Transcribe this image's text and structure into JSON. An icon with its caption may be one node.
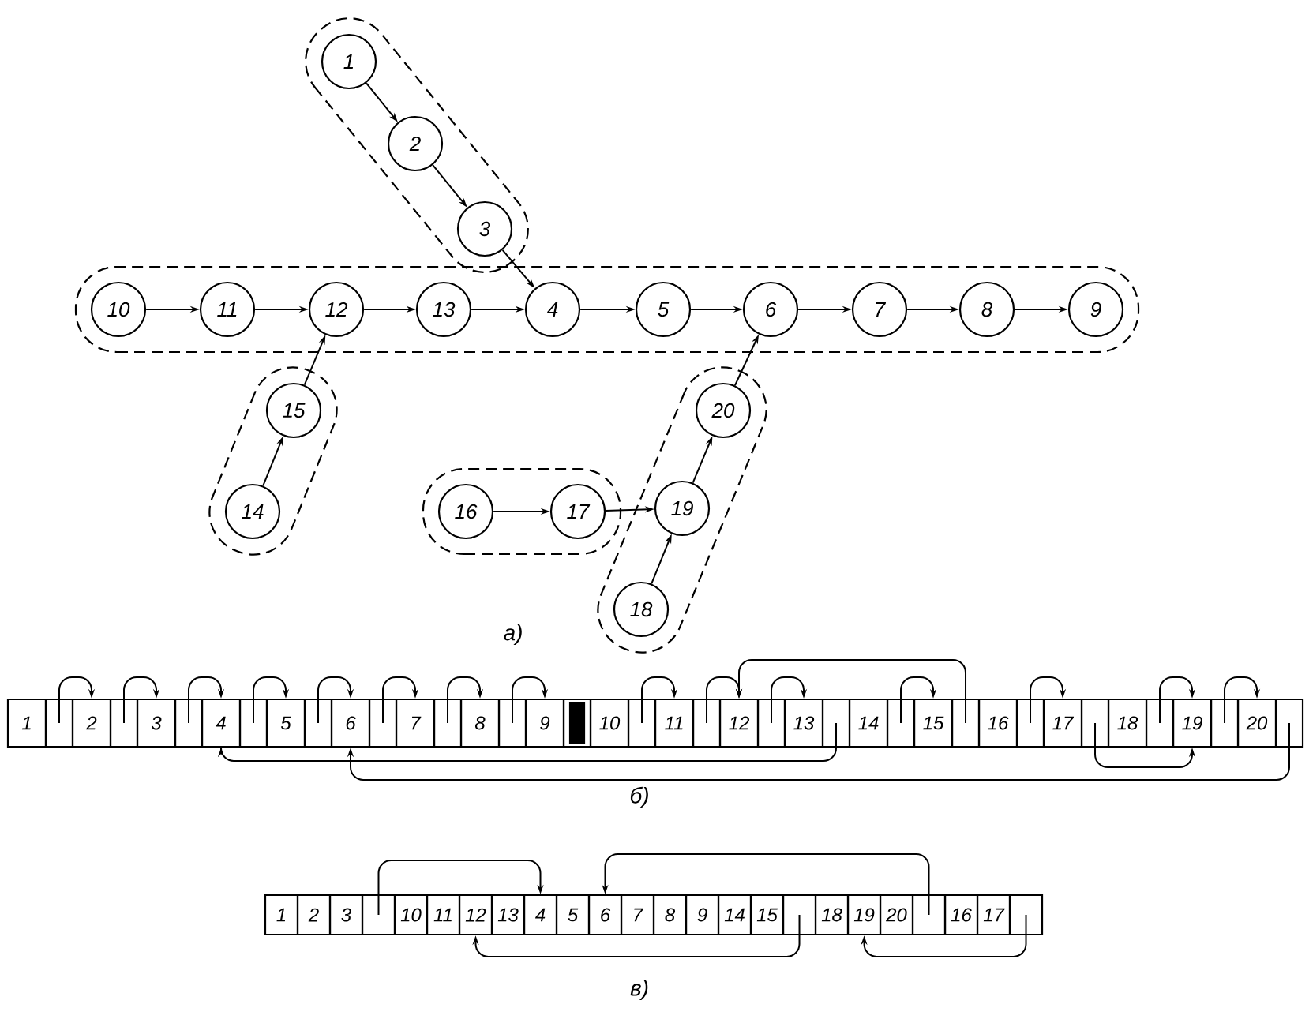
{
  "diagram": {
    "nodes": [
      {
        "text": [],
        "shape": "box"
      },
      {
        "text": [
          "1"
        ],
        "in": 0
      },
      {
        "text": [
          "2"
        ],
        "in": 0
      },
      {
        "text": [
          "3"
        ],
        "in": 0
      },
      {
        "text": [],
        "shape": "box"
      },
      {
        "text": [
          "10"
        ],
        "in": 4
      },
      {
        "text": [
          "11"
        ],
        "in": 4
      },
      {
        "text": [
          "12"
        ],
        "in": 4
      },
      {
        "text": [
          "13"
        ],
        "in": 4
      },
      {
        "text": [
          "4"
        ],
        "in": 4
      },
      {
        "text": [
          "5"
        ],
        "in": 4
      },
      {
        "text": [
          "6"
        ],
        "in": 4
      },
      {
        "text": [
          "7"
        ],
        "in": 4
      },
      {
        "text": [
          "8"
        ],
        "in": 4
      },
      {
        "text": [
          "9"
        ],
        "in": 4
      },
      {
        "text": [],
        "shape": "box"
      },
      {
        "text": [
          "15"
        ],
        "in": 15
      },
      {
        "text": [
          "14"
        ],
        "in": 15
      },
      {
        "text": [],
        "shape": "box"
      },
      {
        "text": [
          "16"
        ],
        "in": 18
      },
      {
        "text": [
          "17"
        ],
        "in": 18
      },
      {
        "text": [],
        "shape": "box"
      },
      {
        "text": [
          "20"
        ],
        "in": 21
      },
      {
        "text": [
          "19"
        ],
        "in": 21
      },
      {
        "text": [
          "18"
        ],
        "in": 21
      },
      {
        "text": [
          "1"
        ]
      },
      {
        "text": [],
        "shape": "box"
      },
      {
        "text": [
          "2"
        ]
      },
      {
        "text": [],
        "shape": "box"
      },
      {
        "text": [
          "3"
        ]
      },
      {
        "text": [],
        "shape": "box"
      },
      {
        "text": [
          "4"
        ]
      },
      {
        "text": [],
        "shape": "box"
      },
      {
        "text": [
          "5"
        ]
      },
      {
        "text": [],
        "shape": "box"
      },
      {
        "text": [
          "6"
        ]
      },
      {
        "text": [],
        "shape": "box"
      },
      {
        "text": [
          "7"
        ]
      },
      {
        "text": [],
        "shape": "box"
      },
      {
        "text": [
          "8"
        ]
      },
      {
        "text": [],
        "shape": "box"
      },
      {
        "text": [
          "9"
        ]
      },
      {
        "text": [],
        "shape": "bar"
      },
      {
        "text": [
          "10"
        ]
      },
      {
        "text": [],
        "shape": "box"
      },
      {
        "text": [
          "11"
        ]
      },
      {
        "text": [],
        "shape": "box"
      },
      {
        "text": [
          "12"
        ]
      },
      {
        "text": [],
        "shape": "box"
      },
      {
        "text": [
          "13"
        ]
      },
      {
        "text": [],
        "shape": "box"
      },
      {
        "text": [
          "14"
        ]
      },
      {
        "text": [],
        "shape": "box"
      },
      {
        "text": [
          "15"
        ]
      },
      {
        "text": [],
        "shape": "box"
      },
      {
        "text": [
          "16"
        ]
      },
      {
        "text": [],
        "shape": "box"
      },
      {
        "text": [
          "17"
        ]
      },
      {
        "text": [],
        "shape": "box"
      },
      {
        "text": [
          "18"
        ]
      },
      {
        "text": [],
        "shape": "box"
      },
      {
        "text": [
          "19"
        ]
      },
      {
        "text": [],
        "shape": "box"
      },
      {
        "text": [
          "20"
        ]
      },
      {
        "text": [],
        "shape": "box"
      },
      {
        "text": [
          "1"
        ]
      },
      {
        "text": [
          "2"
        ]
      },
      {
        "text": [
          "3"
        ]
      },
      {
        "text": [],
        "shape": "box"
      },
      {
        "text": [
          "10"
        ]
      },
      {
        "text": [
          "11"
        ]
      },
      {
        "text": [
          "12"
        ]
      },
      {
        "text": [
          "13"
        ]
      },
      {
        "text": [
          "4"
        ]
      },
      {
        "text": [
          "5"
        ]
      },
      {
        "text": [
          "6"
        ]
      },
      {
        "text": [
          "7"
        ]
      },
      {
        "text": [
          "8"
        ]
      },
      {
        "text": [
          "9"
        ]
      },
      {
        "text": [
          "14"
        ]
      },
      {
        "text": [
          "15"
        ]
      },
      {
        "text": [],
        "shape": "box"
      },
      {
        "text": [
          "18"
        ]
      },
      {
        "text": [
          "19"
        ]
      },
      {
        "text": [
          "20"
        ]
      },
      {
        "text": [],
        "shape": "box"
      },
      {
        "text": [
          "16"
        ]
      },
      {
        "text": [
          "17"
        ]
      },
      {
        "text": [],
        "shape": "box"
      }
    ],
    "edges": [
      {
        "from": 1,
        "to": 2,
        "arrow": "to"
      },
      {
        "from": 2,
        "to": 3,
        "arrow": "to"
      },
      {
        "from": 3,
        "to": 9,
        "arrow": "to"
      },
      {
        "from": 5,
        "to": 6,
        "arrow": "to"
      },
      {
        "from": 6,
        "to": 7,
        "arrow": "to"
      },
      {
        "from": 7,
        "to": 8,
        "arrow": "to"
      },
      {
        "from": 8,
        "to": 9,
        "arrow": "to"
      },
      {
        "from": 9,
        "to": 10,
        "arrow": "to"
      },
      {
        "from": 10,
        "to": 11,
        "arrow": "to"
      },
      {
        "from": 11,
        "to": 12,
        "arrow": "to"
      },
      {
        "from": 12,
        "to": 13,
        "arrow": "to"
      },
      {
        "from": 13,
        "to": 14,
        "arrow": "to"
      },
      {
        "from": 17,
        "to": 16,
        "arrow": "to"
      },
      {
        "from": 16,
        "to": 7,
        "arrow": "to"
      },
      {
        "from": 19,
        "to": 20,
        "arrow": "to"
      },
      {
        "from": 20,
        "to": 23,
        "arrow": "to"
      },
      {
        "from": 24,
        "to": 23,
        "arrow": "to"
      },
      {
        "from": 23,
        "to": 22,
        "arrow": "to"
      },
      {
        "from": 22,
        "to": 11,
        "arrow": "to"
      },
      {
        "from": 26,
        "to": 27,
        "arrow": "to"
      },
      {
        "from": 28,
        "to": 29,
        "arrow": "to"
      },
      {
        "from": 30,
        "to": 31,
        "arrow": "to"
      },
      {
        "from": 32,
        "to": 33,
        "arrow": "to"
      },
      {
        "from": 34,
        "to": 35,
        "arrow": "to"
      },
      {
        "from": 36,
        "to": 37,
        "arrow": "to"
      },
      {
        "from": 38,
        "to": 39,
        "arrow": "to"
      },
      {
        "from": 40,
        "to": 41,
        "arrow": "to"
      },
      {
        "from": 44,
        "to": 45,
        "arrow": "to"
      },
      {
        "from": 46,
        "to": 47,
        "arrow": "to"
      },
      {
        "from": 48,
        "to": 49,
        "arrow": "to"
      },
      {
        "from": 52,
        "to": 53,
        "arrow": "to"
      },
      {
        "from": 56,
        "to": 57,
        "arrow": "to"
      },
      {
        "from": 60,
        "to": 61,
        "arrow": "to"
      },
      {
        "from": 62,
        "to": 63,
        "arrow": "to"
      },
      {
        "from": 54,
        "to": 47,
        "arrow": "to"
      },
      {
        "from": 50,
        "to": 31,
        "arrow": "to"
      },
      {
        "from": 58,
        "to": 61,
        "arrow": "to"
      },
      {
        "from": 64,
        "to": 35,
        "arrow": "to"
      },
      {
        "from": 68,
        "to": 73,
        "arrow": "to"
      },
      {
        "from": 85,
        "to": 75,
        "arrow": "to"
      },
      {
        "from": 81,
        "to": 71,
        "arrow": "to"
      },
      {
        "from": 88,
        "to": 83,
        "arrow": "to"
      }
    ],
    "labels": [
      "а)",
      "б)",
      "в)"
    ]
  }
}
